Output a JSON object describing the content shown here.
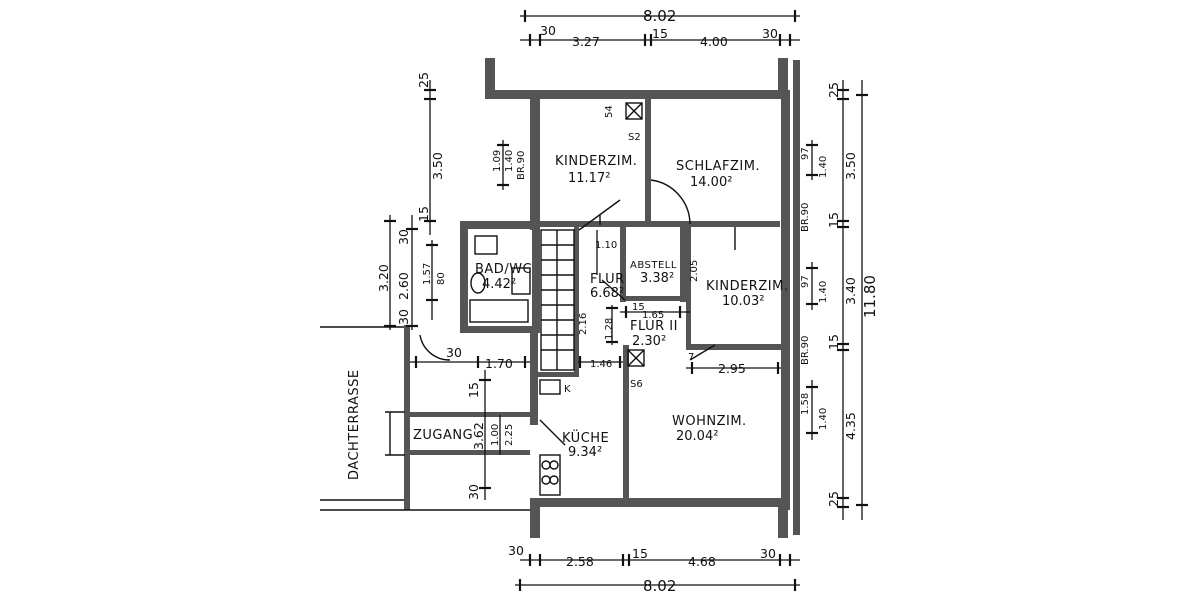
{
  "rooms": {
    "kinderzim1": {
      "name": "KINDERZIM.",
      "area": "11.17²"
    },
    "schlafzim": {
      "name": "SCHLAFZIM.",
      "area": "14.00²"
    },
    "bad": {
      "name": "BAD/WC",
      "area": "4.42²"
    },
    "flur1": {
      "name": "FLUR",
      "area": "6.68²"
    },
    "abstell": {
      "name": "ABSTELL",
      "area": "3.38²"
    },
    "kinderzim2": {
      "name": "KINDERZIM.",
      "area": "10.03²"
    },
    "flur2": {
      "name": "FLUR II",
      "area": "2.30²"
    },
    "wohnzim": {
      "name": "WOHNZIM.",
      "area": "20.04²"
    },
    "kueche": {
      "name": "KÜCHE",
      "area": "9.34²"
    },
    "zugang": {
      "name": "ZUGANG"
    },
    "dachterrasse": {
      "name": "DACHTERRASSE"
    }
  },
  "labels": {
    "s2": "S2",
    "s6": "S6",
    "k": "K"
  },
  "dims": {
    "top_total": "8.02",
    "top_30a": "30",
    "top_327": "3.27",
    "top_15": "15",
    "top_400": "4.00",
    "top_30b": "30",
    "bottom_30a": "30",
    "bottom_258": "2.58",
    "bottom_15": "15",
    "bottom_468": "4.68",
    "bottom_30b": "30",
    "bottom_total": "8.02",
    "right_25a": "25",
    "right_350": "3.50",
    "right_15a": "15",
    "right_340": "3.40",
    "right_15b": "15",
    "right_435": "4.35",
    "right_25b": "25",
    "right_total": "11.80",
    "right_97a": "97",
    "right_140a": "1.40",
    "right_br90a": "BR.90",
    "right_97b": "97",
    "right_140b": "1.40",
    "right_br90b": "BR.90",
    "right_158": "1.58",
    "right_140c": "1.40",
    "left_25": "25",
    "left_350": "3.50",
    "left_109": "1.09",
    "left_140": "1.40",
    "left_br90": "BR.90",
    "left_15": "15",
    "left_30a": "30",
    "left_320": "3.20",
    "left_260": "2.60",
    "left_157": "1.57",
    "left_80": "80",
    "left_30b": "30",
    "mid_30": "30",
    "mid_170": "1.70",
    "mid_15": "15",
    "mid_362": "3.62",
    "mid_100": "1.00",
    "mid_225": "2.25",
    "mid_30c": "30",
    "in_54": "54",
    "in_110": "1.10",
    "in_205": "2.05",
    "in_165": "1.65",
    "in_15": "15",
    "in_128": "1.28",
    "in_216": "2.16",
    "in_146": "1.46",
    "in_7": "7",
    "in_295": "2.95"
  }
}
